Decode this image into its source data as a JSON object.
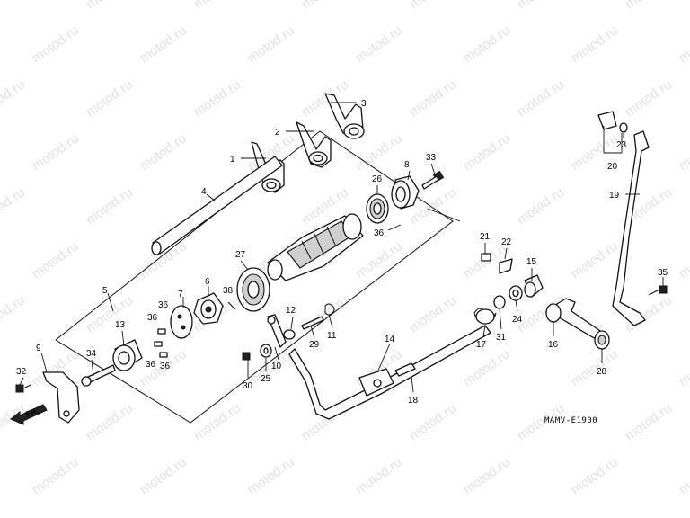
{
  "watermark": "motod.ru",
  "diagram_code": "MAMV-E1900",
  "direction_label": "FR.",
  "colors": {
    "line": "#111111",
    "watermark": "#bdbdbd",
    "background": "#ffffff"
  },
  "callouts": {
    "p1": "1",
    "p2": "2",
    "p3": "3",
    "p4": "4",
    "p5": "5",
    "p6": "6",
    "p7": "7",
    "p8": "8",
    "p9": "9",
    "p10": "10",
    "p11": "11",
    "p12": "12",
    "p13": "13",
    "p14": "14",
    "p15": "15",
    "p16": "16",
    "p17": "17",
    "p18": "18",
    "p19": "19",
    "p20": "20",
    "p21": "21",
    "p22": "22",
    "p23": "23",
    "p24": "24",
    "p25": "25",
    "p26": "26",
    "p27": "27",
    "p28": "28",
    "p29": "29",
    "p30": "30",
    "p31": "31",
    "p32": "32",
    "p33": "33",
    "p34": "34",
    "p35": "35",
    "p36": "36"
  }
}
